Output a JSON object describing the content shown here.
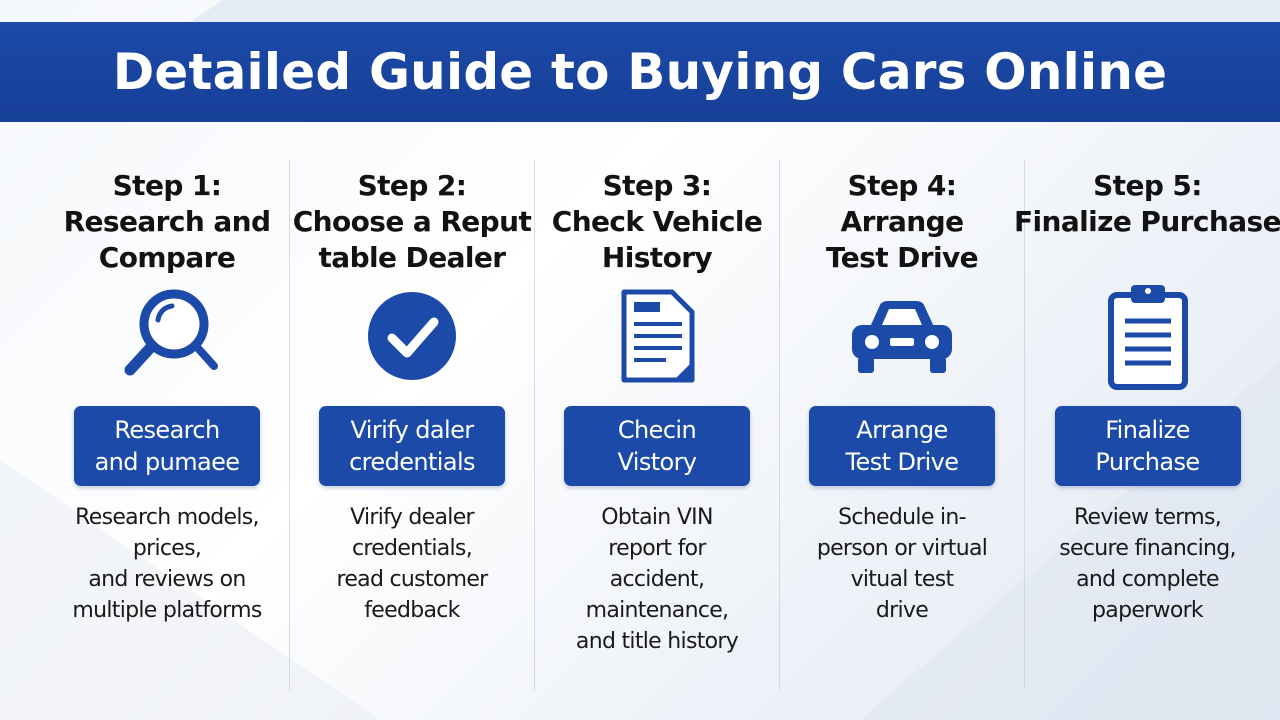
{
  "title": "Detailed Guide to Buying Cars Online",
  "colors": {
    "brand_blue": "#1b4aa8",
    "text": "#121212",
    "divider": "#d3dae6"
  },
  "steps": [
    {
      "heading": [
        "Step 1:",
        "Research and",
        "Compare"
      ],
      "icon": "magnifier-icon",
      "button": [
        "Research",
        "and pumaee"
      ],
      "description": [
        "Research models,",
        "prices,",
        "and reviews on",
        "multiple platforms"
      ]
    },
    {
      "heading": [
        "Step 2:",
        "Choose a Reput",
        "table Dealer"
      ],
      "icon": "checkmark-circle-icon",
      "button": [
        "Virify daler",
        "credentials"
      ],
      "description": [
        "Virify dealer",
        "credentials,",
        "read customer",
        "feedback"
      ]
    },
    {
      "heading": [
        "Step 3:",
        "Check Vehicle",
        "History"
      ],
      "icon": "document-icon",
      "button": [
        "Checin",
        "Vistory"
      ],
      "description": [
        "Obtain VIN",
        "report for",
        "accident,",
        "maintenance,",
        "and title history"
      ]
    },
    {
      "heading": [
        "Step 4:",
        "Arrange",
        "Test Drive"
      ],
      "icon": "car-icon",
      "button": [
        "Arrange",
        "Test Drive"
      ],
      "description": [
        "Schedule in-",
        "person or virtual",
        "vitual test",
        "drive"
      ]
    },
    {
      "heading": [
        "Step 5:",
        "Finalize Purchase"
      ],
      "icon": "clipboard-icon",
      "button": [
        "Finalize",
        "Purchase"
      ],
      "description": [
        "Review terms,",
        "secure financing,",
        "and complete",
        "paperwork"
      ]
    }
  ]
}
